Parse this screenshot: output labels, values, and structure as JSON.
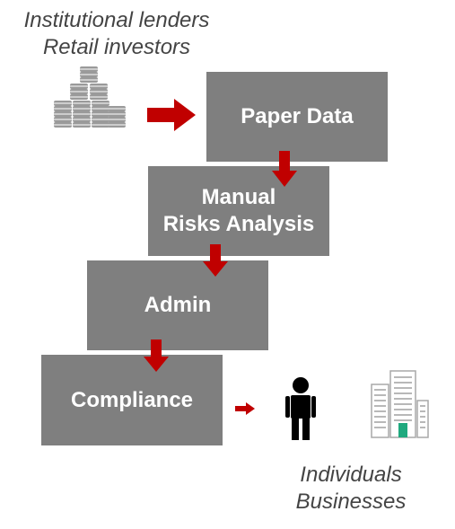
{
  "sources": {
    "line1": "Institutional lenders",
    "line2": "Retail investors"
  },
  "steps": [
    {
      "label": "Paper Data"
    },
    {
      "label": "Manual\nRisks Analysis"
    },
    {
      "label": "Admin"
    },
    {
      "label": "Compliance"
    }
  ],
  "destinations": {
    "line1": "Individuals",
    "line2": "Businesses"
  },
  "icons": {
    "sources": "coin-stacks-icon",
    "person": "person-icon",
    "building": "office-building-icon"
  },
  "colors": {
    "box": "#7f7f7f",
    "arrow": "#c00000",
    "text": "#444444",
    "accent": "#1fa97e"
  }
}
